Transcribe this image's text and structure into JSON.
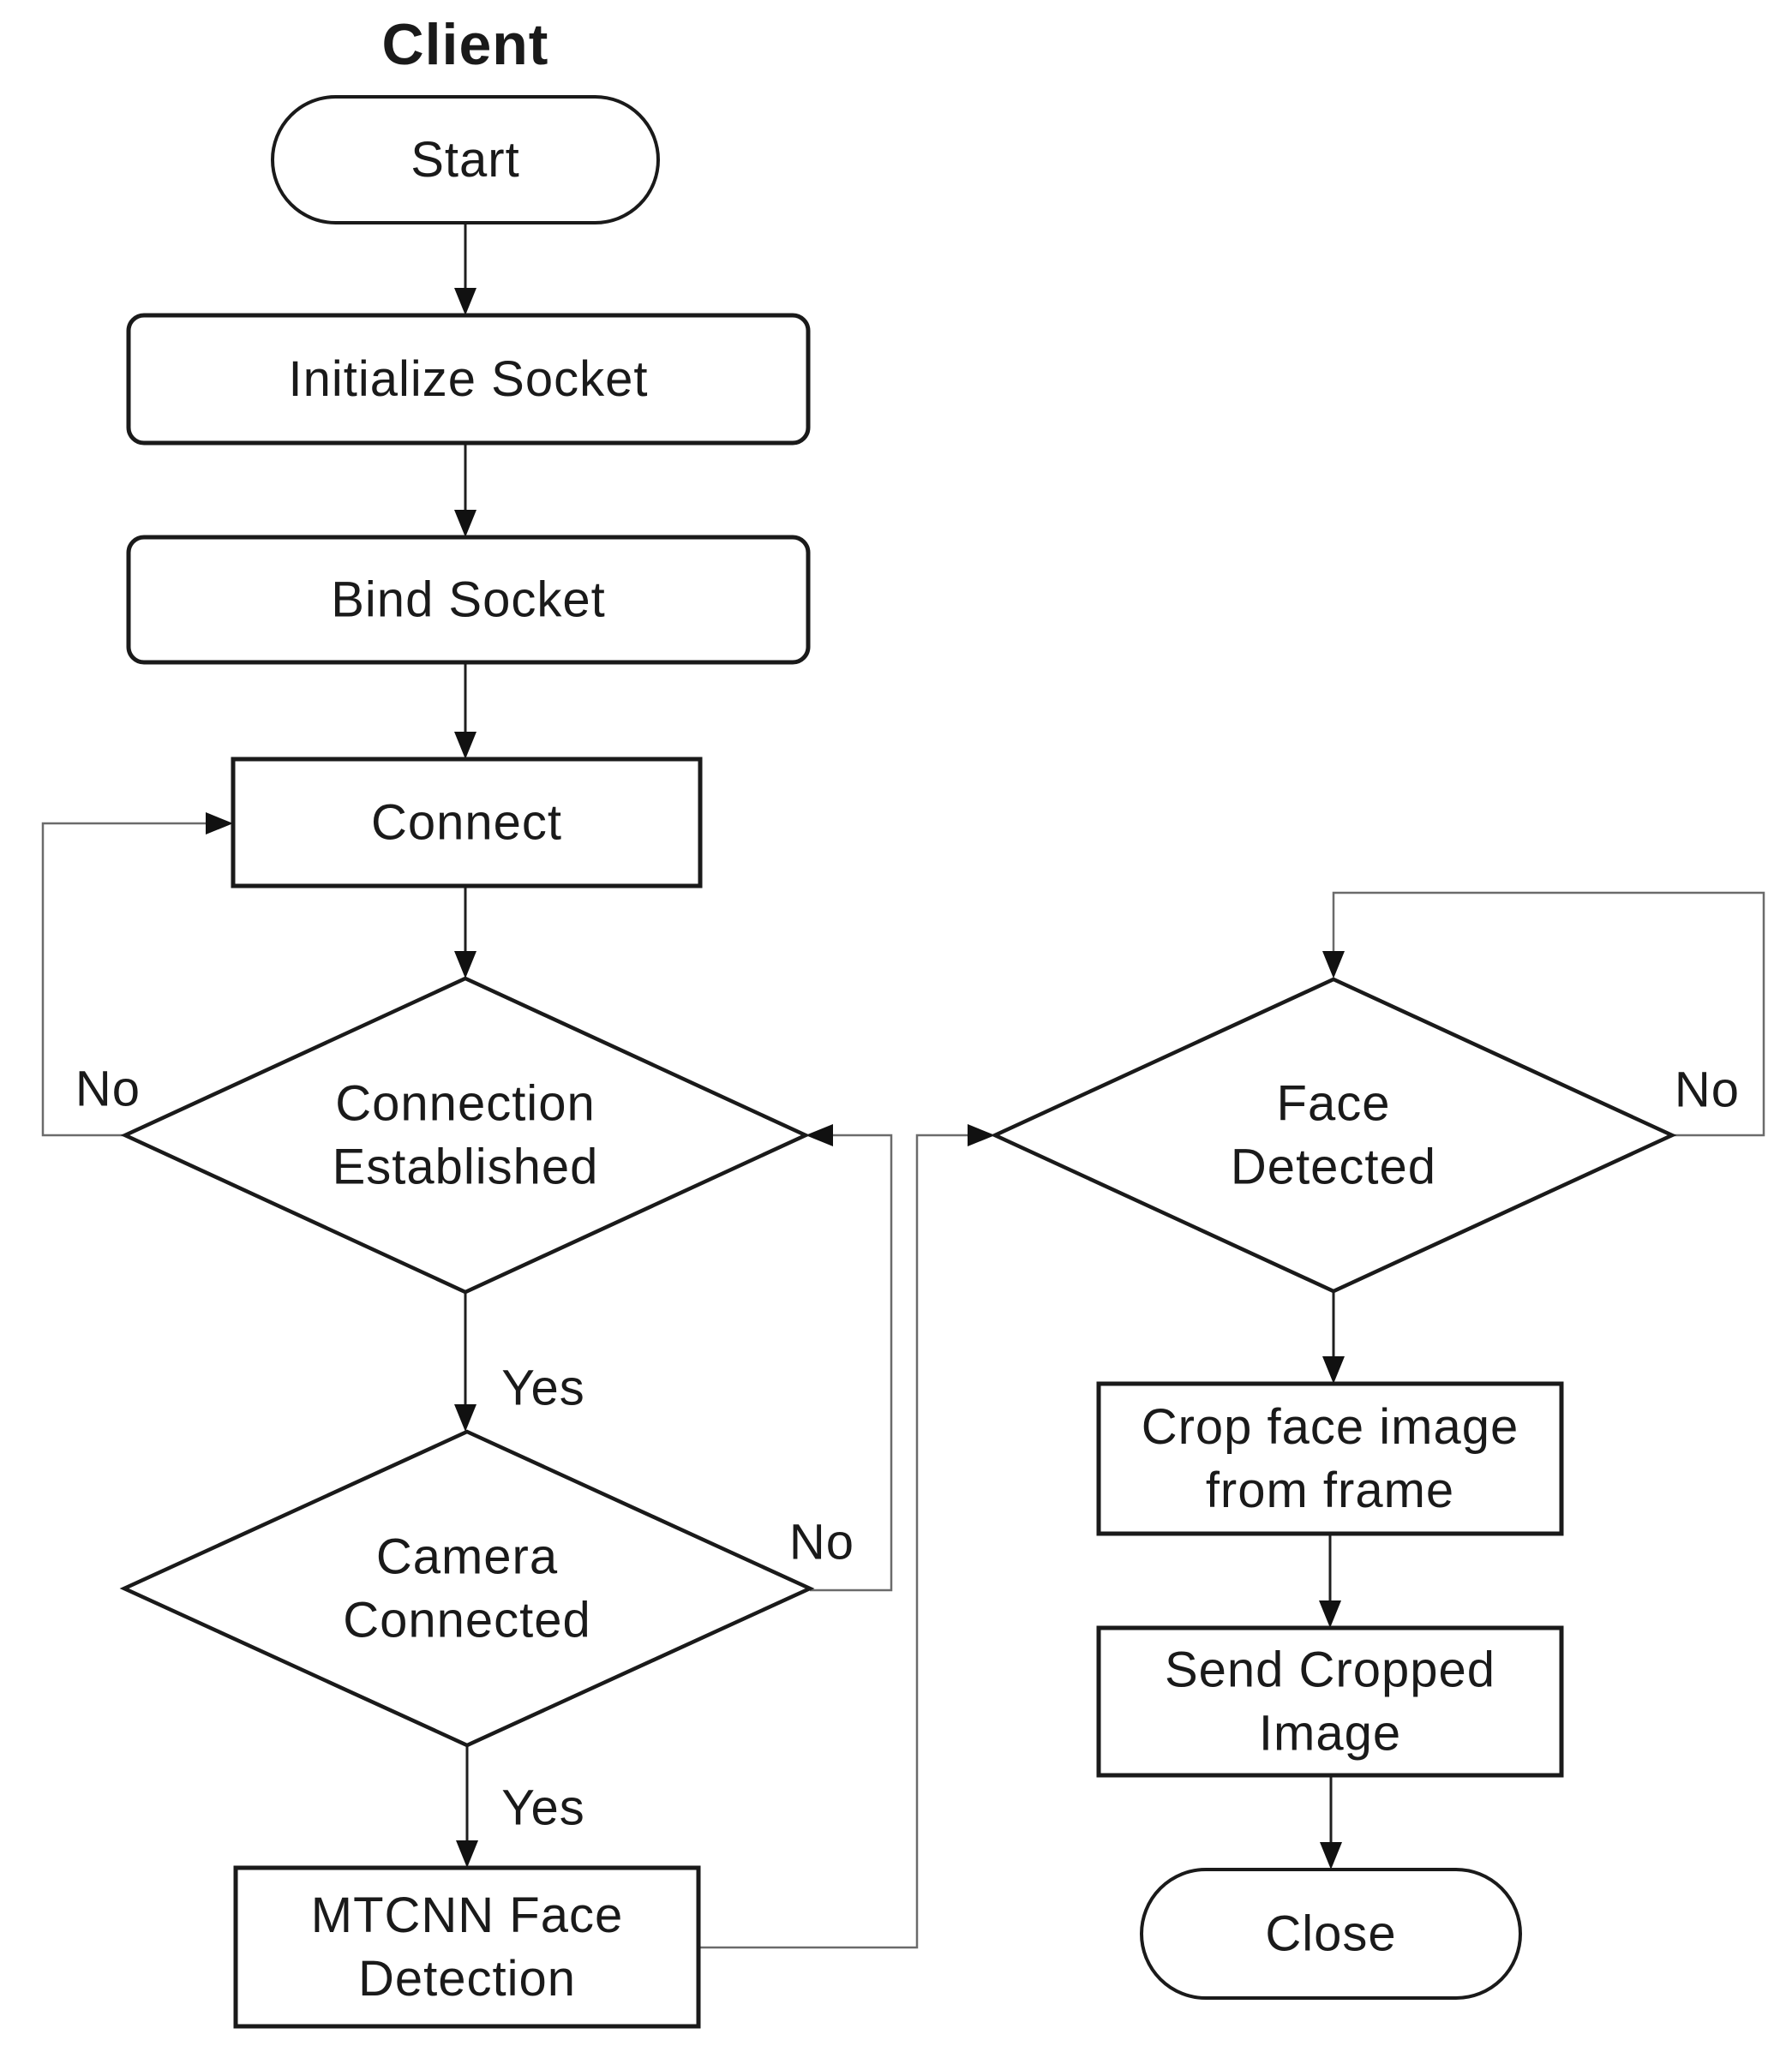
{
  "title": "Client",
  "colors": {
    "background": "#ffffff",
    "shape_stroke": "#1a1a1a",
    "shape_fill": "#ffffff",
    "arrow_stroke": "#1f1f1f",
    "loop_stroke": "#6b6b6b",
    "arrowhead_fill": "#111111",
    "text": "#1a1a1a"
  },
  "nodes": {
    "start": {
      "shape": "terminator",
      "label": [
        "Start"
      ]
    },
    "init": {
      "shape": "process",
      "label": [
        "Initialize Socket"
      ]
    },
    "bind": {
      "shape": "process",
      "label": [
        "Bind Socket"
      ]
    },
    "connect": {
      "shape": "process",
      "label": [
        "Connect"
      ]
    },
    "conn_est": {
      "shape": "decision",
      "label": [
        "Connection",
        "Established"
      ]
    },
    "camera": {
      "shape": "decision",
      "label": [
        "Camera",
        "Connected"
      ]
    },
    "mtcnn": {
      "shape": "process",
      "label": [
        "MTCNN Face",
        "Detection"
      ]
    },
    "face": {
      "shape": "decision",
      "label": [
        "Face",
        "Detected"
      ]
    },
    "crop": {
      "shape": "process",
      "label": [
        "Crop face image",
        "from frame"
      ]
    },
    "send": {
      "shape": "process",
      "label": [
        "Send Cropped",
        "Image"
      ]
    },
    "close": {
      "shape": "terminator",
      "label": [
        "Close"
      ]
    }
  },
  "edge_labels": {
    "conn_no": "No",
    "conn_yes": "Yes",
    "camera_no": "No",
    "camera_yes": "Yes",
    "face_no": "No"
  }
}
